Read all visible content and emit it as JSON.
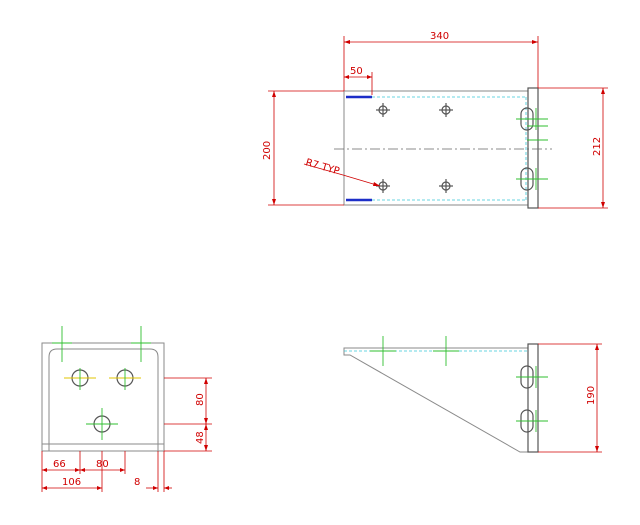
{
  "drawing": {
    "dimensions": {
      "top_overall_width": "340",
      "top_flange_offset": "50",
      "top_height_left": "200",
      "top_height_right": "212",
      "top_radius_note": "R7 TYP",
      "front_height_upper": "80",
      "front_height_lower": "48",
      "front_width_a": "66",
      "front_width_b": "80",
      "front_width_total": "106",
      "front_thickness": "8",
      "side_height": "190"
    },
    "colors": {
      "dimension": "#d00000",
      "part_outline": "#8a8a8a",
      "hidden_line": "#39c6d8",
      "center_mark": "#2fbf2f",
      "flange_highlight": "#1c2ec8"
    }
  }
}
